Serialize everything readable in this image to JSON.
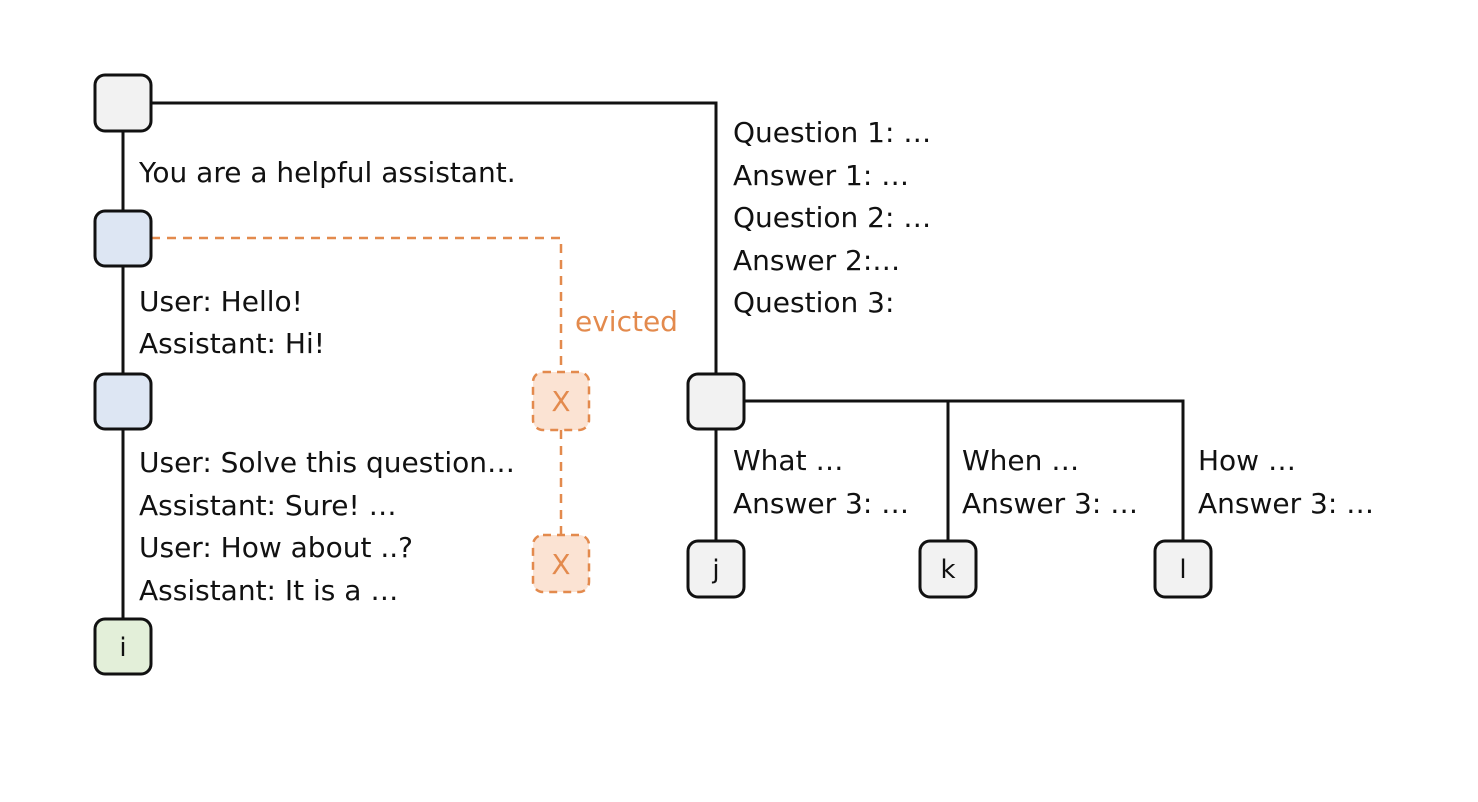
{
  "colors": {
    "edge": "#111111",
    "root_fill": "#f2f2f2",
    "cached_fill": "#dde6f3",
    "leaf_fill": "#e3efd9",
    "evicted_stroke": "#e38a4d",
    "evicted_fill": "#fbe3d3",
    "evicted_text": "#e38a4d"
  },
  "nodes": {
    "i": "i",
    "j": "j",
    "k": "k",
    "l": "l",
    "evicted_1": "X",
    "evicted_2": "X"
  },
  "edges": {
    "system_prompt": "You are a helpful assistant.",
    "turn_1": [
      "User: Hello!",
      "Assistant: Hi!"
    ],
    "turn_2": [
      "User: Solve this question…",
      "Assistant: Sure! …",
      "User: How about ..?",
      "Assistant: It is a …"
    ],
    "few_shot": [
      "Question 1: …",
      "Answer 1: …",
      "Question 2: …",
      "Answer 2:…",
      "Question 3:"
    ],
    "branch_j": [
      "What …",
      "Answer 3: …"
    ],
    "branch_k": [
      "When …",
      "Answer 3: …"
    ],
    "branch_l": [
      "How …",
      "Answer 3: …"
    ],
    "evicted": "evicted"
  }
}
